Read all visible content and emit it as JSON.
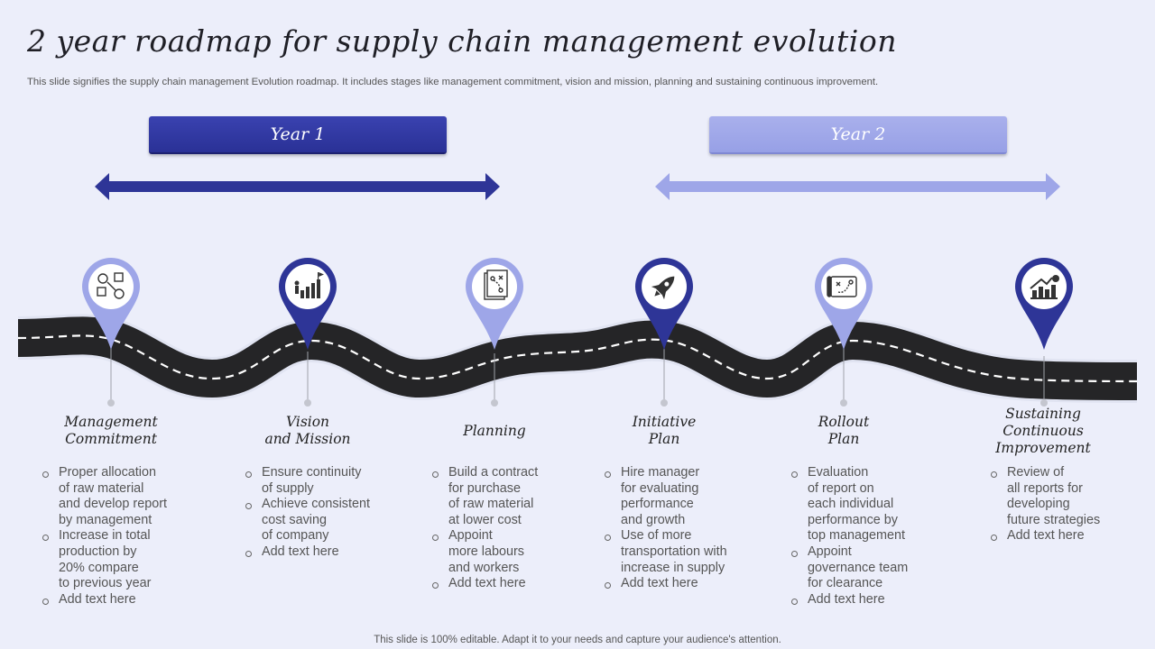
{
  "title": "2 year roadmap for supply chain management evolution",
  "subtitle": "This slide signifies the supply chain management Evolution roadmap. It includes stages like management commitment, vision and mission, planning and sustaining continuous improvement.",
  "years": [
    {
      "label": "Year 1",
      "color": "#2e3597"
    },
    {
      "label": "Year 2",
      "color": "#9ea6e8"
    }
  ],
  "stages": [
    {
      "title": "Management\nCommitment",
      "icon": "team-network-icon",
      "pin_color": "#9ea6e8",
      "items": [
        "Proper allocation\nof raw material\nand develop report\nby management",
        "Increase in total\nproduction by\n20% compare\nto previous year",
        "Add text here"
      ]
    },
    {
      "title": "Vision\nand Mission",
      "icon": "climbing-chart-flag-icon",
      "pin_color": "#2e3597",
      "items": [
        "Ensure continuity\nof supply",
        "Achieve consistent\ncost saving\nof company",
        "Add text here"
      ]
    },
    {
      "title": "Planning",
      "icon": "plan-document-icon",
      "pin_color": "#9ea6e8",
      "items": [
        "Build a contract\nfor purchase\nof raw material\nat lower cost",
        "Appoint\nmore labours\nand workers",
        "Add text here"
      ]
    },
    {
      "title": "Initiative\nPlan",
      "icon": "rocket-icon",
      "pin_color": "#2e3597",
      "items": [
        "Hire manager\nfor evaluating\nperformance\nand growth",
        "Use of more\ntransportation with\nincrease in supply",
        "Add text here"
      ]
    },
    {
      "title": "Rollout\nPlan",
      "icon": "strategy-map-icon",
      "pin_color": "#9ea6e8",
      "items": [
        "Evaluation\nof report on\neach individual\nperformance by\ntop management",
        "Appoint\ngovernance team\nfor clearance",
        "Add text here"
      ]
    },
    {
      "title": "Sustaining\nContinuous\nImprovement",
      "icon": "growth-chart-icon",
      "pin_color": "#2e3597",
      "items": [
        "Review of\nall reports for\ndeveloping\nfuture strategies",
        "Add text here"
      ]
    }
  ],
  "footer": "This slide is 100% editable. Adapt it to your needs and capture your audience's attention."
}
